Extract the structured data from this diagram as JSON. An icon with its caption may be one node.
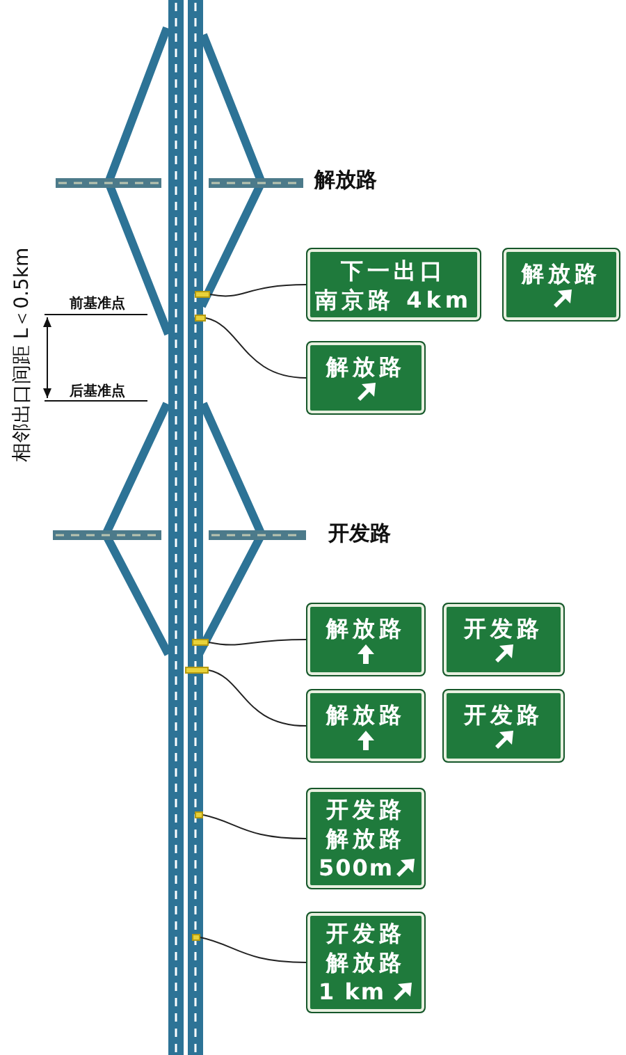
{
  "diagram": {
    "nodes": [
      {
        "text": [],
        "shape": "box"
      },
      {
        "text": [
          "下一出口",
          "南京路 4km"
        ]
      },
      {
        "text": [
          "解放路"
        ]
      },
      {
        "text": [],
        "shape": "box"
      },
      {
        "text": [
          "解放路"
        ]
      },
      {
        "text": [],
        "shape": "box"
      },
      {
        "text": [
          "解放路"
        ]
      },
      {
        "text": [
          "开发路"
        ]
      },
      {
        "text": [],
        "shape": "box"
      },
      {
        "text": [
          "解放路"
        ]
      },
      {
        "text": [
          "开发路"
        ]
      },
      {
        "text": [],
        "shape": "box"
      },
      {
        "text": [
          "开发路",
          "解放路",
          "500m"
        ]
      },
      {
        "text": [],
        "shape": "box"
      },
      {
        "text": [
          "开发路",
          "解放路",
          "1 km"
        ]
      }
    ],
    "edges": [
      {
        "from": 0,
        "to": 1,
        "arrow": "none"
      },
      {
        "from": 3,
        "to": 4,
        "arrow": "none"
      },
      {
        "from": 5,
        "to": 6,
        "arrow": "none"
      },
      {
        "from": 8,
        "to": 9,
        "arrow": "none"
      },
      {
        "from": 11,
        "to": 12,
        "arrow": "none"
      },
      {
        "from": 13,
        "to": 14,
        "arrow": "none"
      }
    ],
    "labels": [
      "解放路",
      "相邻出口间距 L＜0.5km",
      "前基准点",
      "后基准点",
      "开发路"
    ]
  }
}
